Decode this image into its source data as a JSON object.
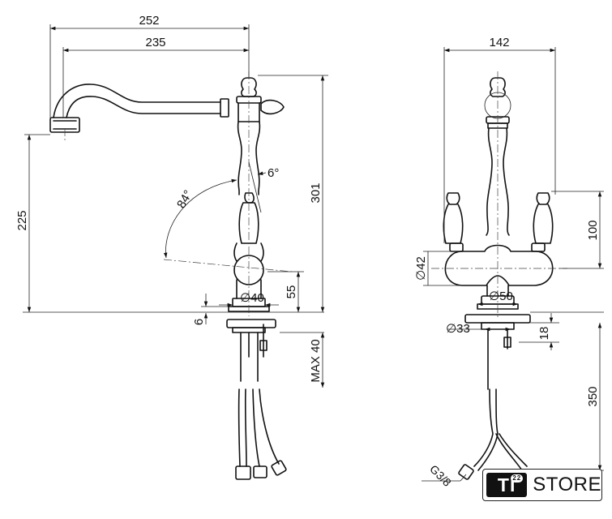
{
  "dimensions": {
    "side_view": {
      "total_reach": "252",
      "spout_reach": "235",
      "spout_height": "225",
      "total_height": "301",
      "handle_rotation": "84°",
      "handle_tilt": "6°",
      "base_diameter": "∅40",
      "base_height": "55",
      "base_thickness": "6",
      "max_worktop": "MAX 40"
    },
    "front_view": {
      "total_width": "142",
      "handle_height": "100",
      "body_diameter": "∅42",
      "base_diameter": "∅50",
      "hole_diameter": "∅33",
      "flange_height": "18",
      "hose_length": "350",
      "thread": "G3/8"
    }
  },
  "logo": {
    "badge": "TI",
    "superscript": "22",
    "word": "STORE"
  }
}
